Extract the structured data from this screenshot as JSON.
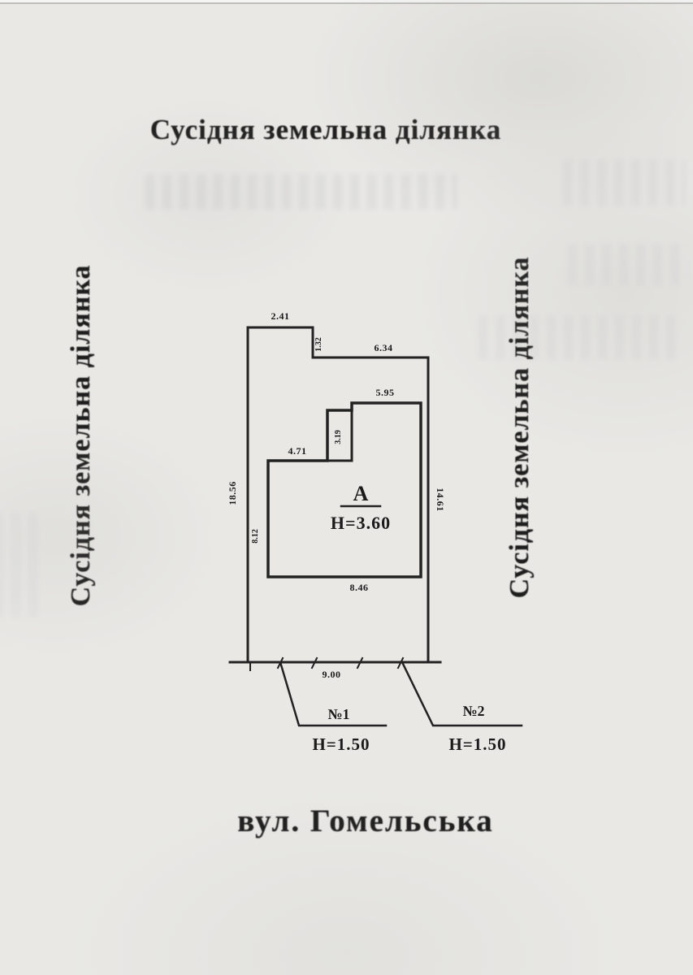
{
  "labels": {
    "top_neighbor": "Сусідня земельна ділянка",
    "left_neighbor": "Сусідня земельна ділянка",
    "right_neighbor": "Сусідня земельна ділянка",
    "street": "вул. Гомельська"
  },
  "plan": {
    "building_label": "А",
    "building_height": "Н=3.60",
    "gate1_label": "№1",
    "gate1_height": "Н=1.50",
    "gate2_label": "№2",
    "gate2_height": "Н=1.50",
    "dim_top": "2.41",
    "dim_top_notch": "1.32",
    "dim_top_right": "6.34",
    "dim_building_top": "5.95",
    "dim_building_topleft": "4.71",
    "dim_building_notch": "3.19",
    "dim_left": "18.56",
    "dim_left_inner": "8.12",
    "dim_right": "14.61",
    "dim_building_bottom": "8.46",
    "dim_bottom": "9.00"
  }
}
